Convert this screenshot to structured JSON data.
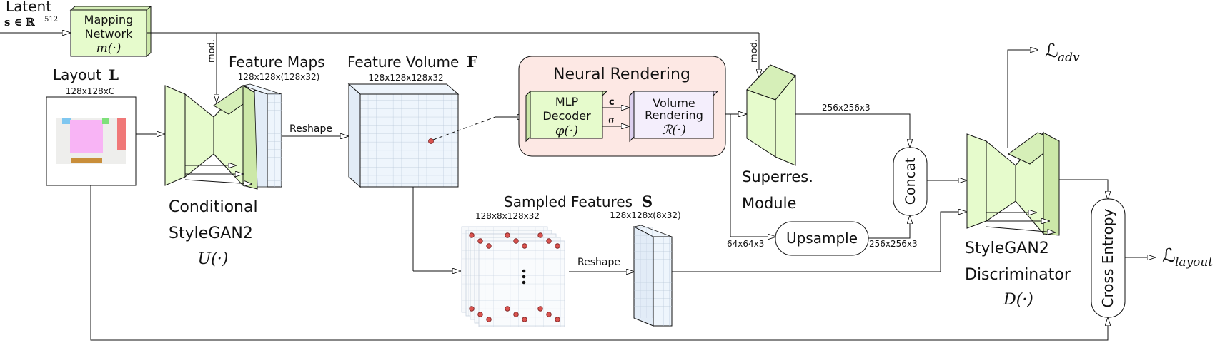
{
  "labels": {
    "latent": "Latent",
    "latent_math": "s ∈ ℝ",
    "latent_sup": "512",
    "mapping_network": [
      "Mapping",
      "Network"
    ],
    "mapping_fn": "m(·)",
    "mod_left": "mod.",
    "mod_right": "mod.",
    "layout": "Layout",
    "layout_sym": "L",
    "layout_dim": "128x128xC",
    "feature_maps": "Feature Maps",
    "feature_maps_dim": "128x128x(128x32)",
    "reshape_top": "Reshape",
    "feature_volume": "Feature Volume",
    "feature_volume_sym": "F",
    "feature_volume_dim": "128x128x128x32",
    "neural_rendering": "Neural Rendering",
    "mlp_decoder": [
      "MLP",
      "Decoder"
    ],
    "mlp_fn": "φ(·)",
    "c_label": "c",
    "sigma_label": "σ",
    "volume_rendering": [
      "Volume",
      "Rendering"
    ],
    "volume_fn": "ℛ(·)",
    "superres": [
      "Superres.",
      "Module"
    ],
    "dim_256_top": "256x256x3",
    "concat": "Concat",
    "upsample": "Upsample",
    "dim_64": "64x64x3",
    "dim_256_bottom": "256x256x3",
    "conditional_stylegan": [
      "Conditional",
      "StyleGAN2"
    ],
    "u_fn": "U(·)",
    "sampled_features": "Sampled Features",
    "sampled_features_sym": "S",
    "sampled_dim": "128x8x128x32",
    "reshape_bottom": "Reshape",
    "s_dim": "128x128x(8x32)",
    "discriminator": [
      "StyleGAN2",
      "Discriminator"
    ],
    "d_fn": "D(·)",
    "cross_entropy": "Cross Entropy",
    "loss_adv": "ℒ",
    "loss_adv_sub": "adv",
    "loss_layout": "ℒ",
    "loss_layout_sub": "layout"
  },
  "colors": {
    "green": "#e6fbcc",
    "blue": "#eef5fc",
    "pink": "#fde8e4",
    "lavender": "#f4eefc",
    "red_dot": "#d9534f"
  }
}
